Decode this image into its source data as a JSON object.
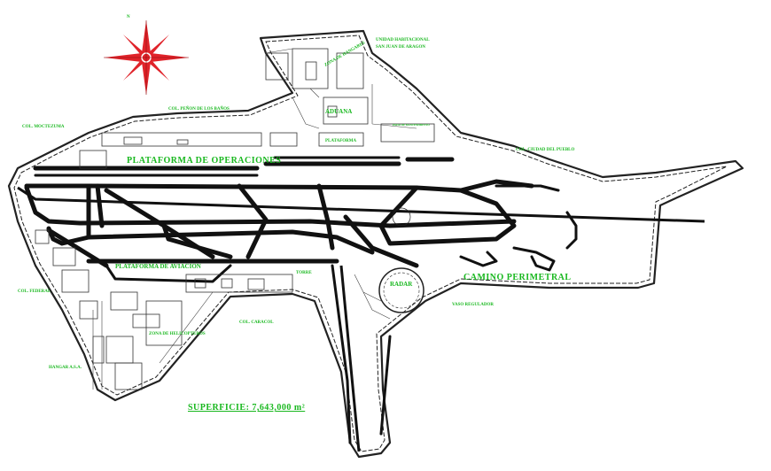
{
  "compass": {
    "north_label": "N",
    "color": "#e0232a"
  },
  "labels": {
    "unidad_habitacional": "UNIDAD HABITACIONAL",
    "san_juan_de_aragon": "SAN JUAN DE ARAGON",
    "zona_de_hangares": "ZONA DE HANGARES",
    "col_penon": "COL. PEÑON DE LOS BAÑOS",
    "aduana": "ADUANA",
    "col_moctezuma": "COL. MOCTEZUMA",
    "plataforma_mid": "PLATAFORMA",
    "patio_de_mantenimiento": "PATIO DE MANTENIMIENTO",
    "col_ciudad_del_pueblo": "COL. CIUDAD DEL PUEBLO",
    "plataforma_de_operaciones": "PLATAFORMA DE OPERACIONES",
    "plataforma_de_aviacion": "PLATAFORMA DE AVIACION",
    "torre": "TORRE",
    "radar": "RADAR",
    "camino_perimetral": "CAMINO PERIMETRAL",
    "col_federal": "COL. FEDERAL",
    "col_caracol": "COL. CARACOL",
    "vaso_regulador": "VASO REGULADOR",
    "zona_de_helicopteros": "ZONA DE HELICOPTEROS",
    "hangar_label": "HANGAR A.S.A.",
    "superficie": "SUPERFICIE:  7,643,000  m²"
  },
  "colors": {
    "label": "#19b81f",
    "lines": "#111111",
    "background": "#ffffff"
  }
}
